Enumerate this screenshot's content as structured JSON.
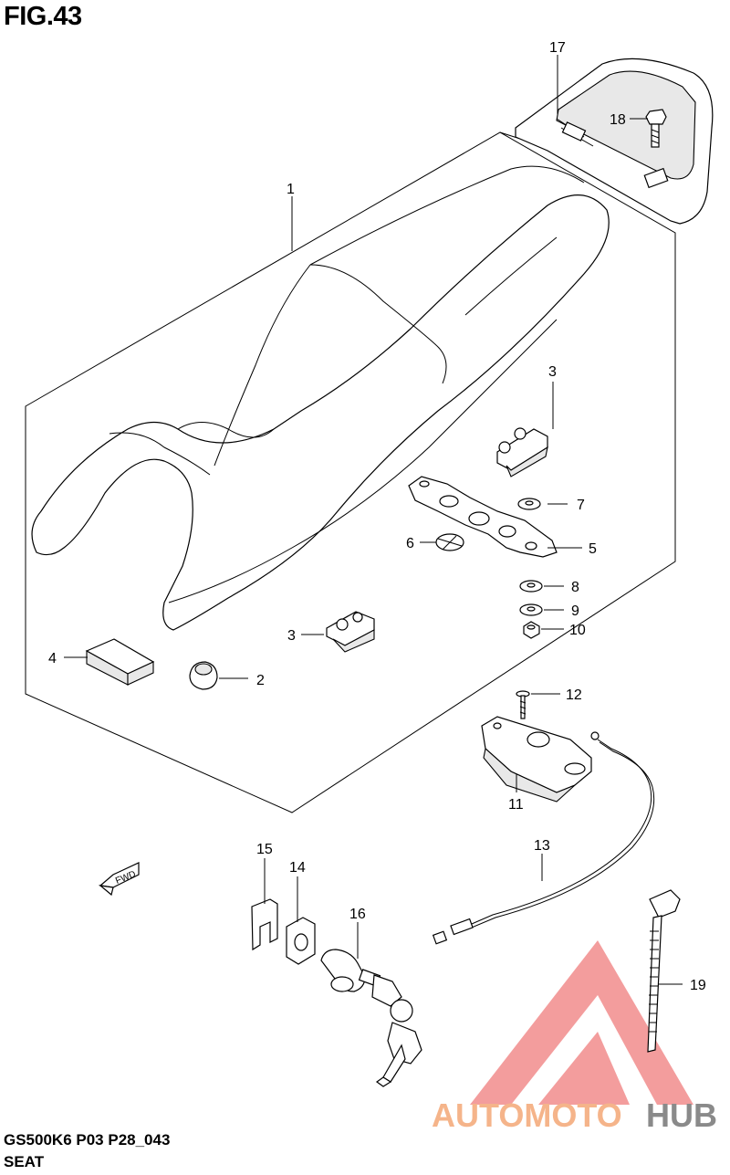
{
  "figure": {
    "title": "FIG.43",
    "model_code": "GS500K6 P03 P28_043",
    "section_name": "SEAT"
  },
  "fwd_label": "FWD",
  "watermark": {
    "part1": "AUTOMOTO",
    "part2": "HUB",
    "color_primary": "#f5b48a",
    "color_secondary": "#8a8a8a",
    "logo_color": "#f08080"
  },
  "callouts": {
    "c1": "1",
    "c2": "2",
    "c3a": "3",
    "c3b": "3",
    "c4": "4",
    "c5": "5",
    "c6": "6",
    "c7": "7",
    "c8": "8",
    "c9": "9",
    "c10": "10",
    "c11": "11",
    "c12": "12",
    "c13": "13",
    "c14": "14",
    "c15": "15",
    "c16": "16",
    "c17": "17",
    "c18": "18",
    "c19": "19"
  }
}
